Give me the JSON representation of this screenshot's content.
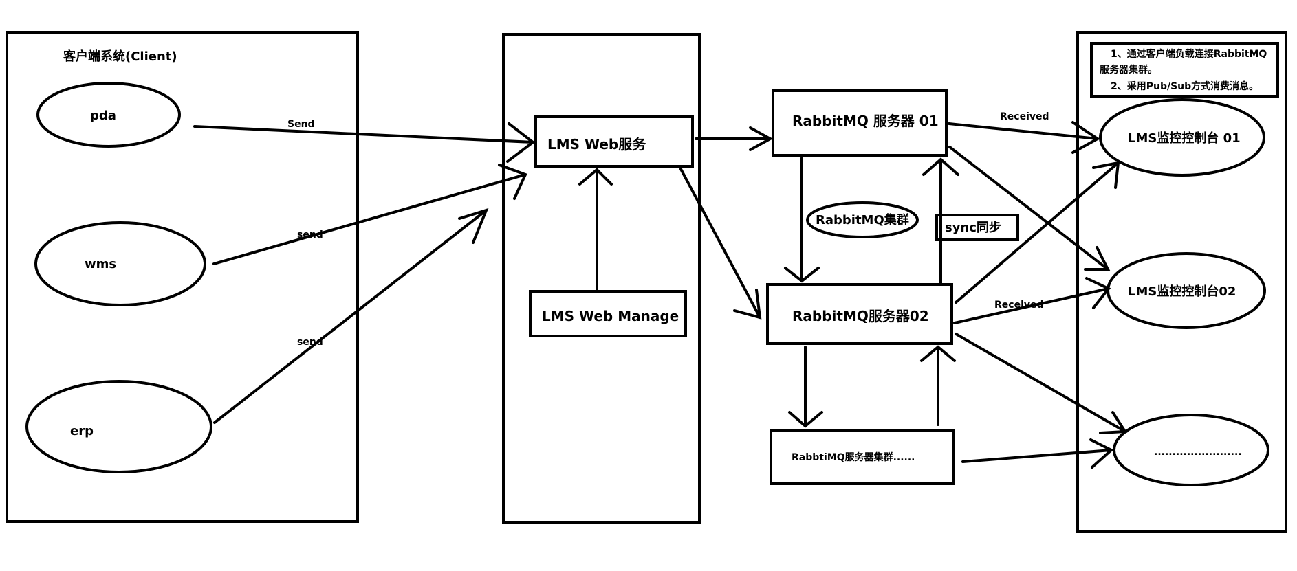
{
  "client_panel": {
    "title": "客户端系统(Client)"
  },
  "clients": [
    {
      "label": "pda"
    },
    {
      "label": "wms"
    },
    {
      "label": "erp"
    }
  ],
  "edge_labels": {
    "pda_send": "Send",
    "wms_send": "send",
    "erp_send": "send",
    "received_01": "Received",
    "received_02": "Received"
  },
  "web": {
    "service": "LMS Web服务",
    "manage": "LMS Web Manage"
  },
  "mq": {
    "server_01": "RabbitMQ  服务器 01",
    "server_02": "RabbitMQ服务器02",
    "cluster_label": "RabbitMQ集群",
    "sync_label": "sync同步",
    "cluster_more": "RabbtiMQ服务器集群......"
  },
  "consoles": [
    {
      "label": "LMS监控控制台 01"
    },
    {
      "label": "LMS监控控制台02"
    },
    {
      "label": "........................"
    }
  ],
  "note": {
    "line1": "1、通过客户端负载连接RabbitMQ",
    "line2": "服务器集群。",
    "line3": "2、采用Pub/Sub方式消费消息。"
  }
}
